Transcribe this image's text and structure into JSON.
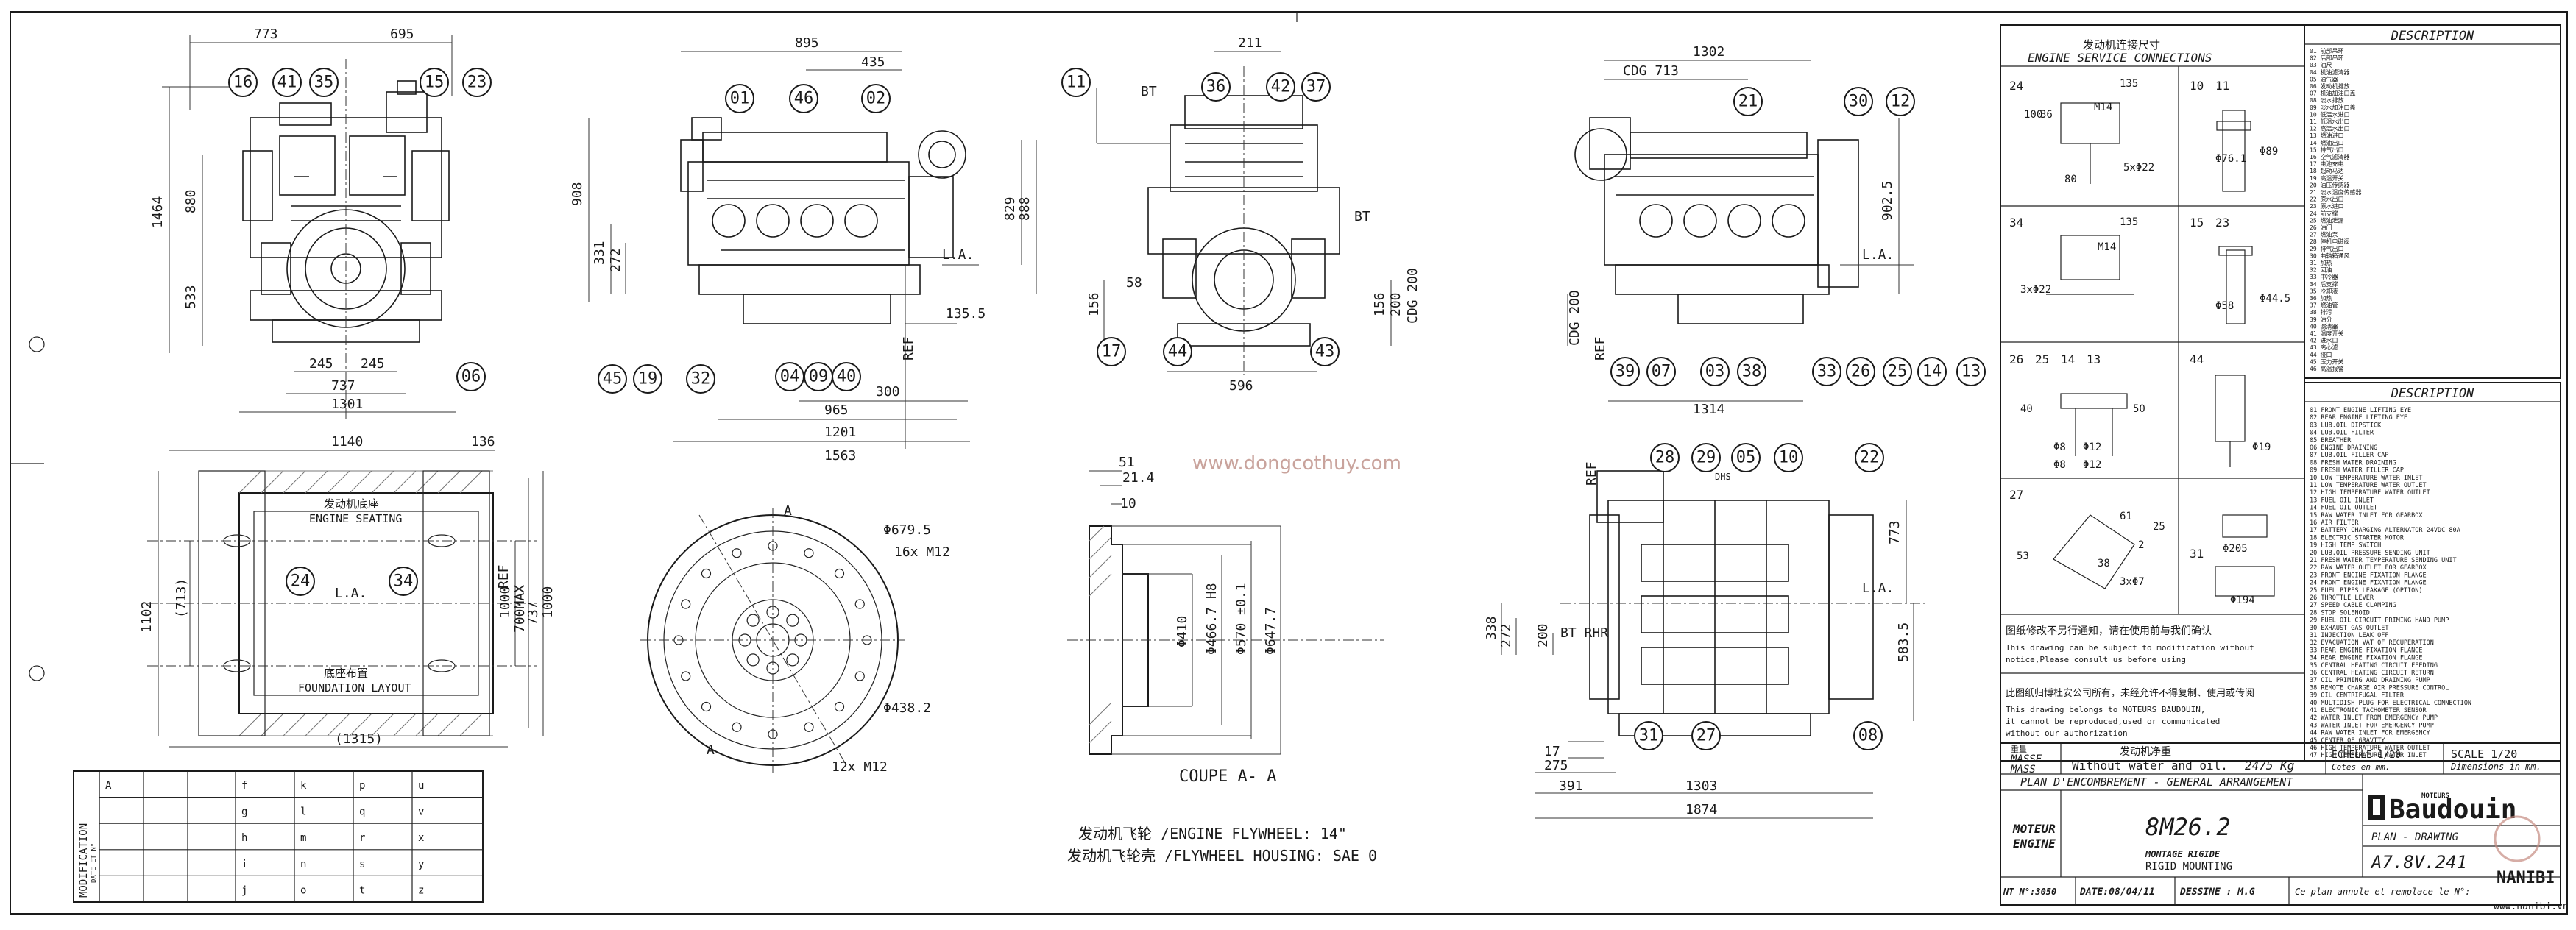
{
  "sheet": {
    "watermark": "www.dongcothuy.com",
    "corner_mark": "NANIBI",
    "corner_url": "www.nanibi.vn"
  },
  "views": {
    "front_dims": [
      "773",
      "695",
      "1464",
      "880",
      "533",
      "245",
      "245",
      "737",
      "1301"
    ],
    "front_bubbles": [
      "16",
      "41",
      "35",
      "15",
      "23",
      "06"
    ],
    "side_left_dims": [
      "895",
      "435",
      "908",
      "331",
      "272",
      "829",
      "888",
      "L.A.",
      "135.5",
      "REF",
      "300",
      "965",
      "1201",
      "1563"
    ],
    "side_left_bubbles": [
      "01",
      "46",
      "02",
      "45",
      "19",
      "32",
      "04",
      "09",
      "40"
    ],
    "rear_dims": [
      "211",
      "BT",
      "BT",
      "156",
      "58",
      "596",
      "156",
      "200",
      "CDG 200"
    ],
    "rear_bubbles": [
      "11",
      "36",
      "42",
      "37",
      "17",
      "44",
      "43"
    ],
    "side_right_dims": [
      "1302",
      "CDG 713",
      "902.5",
      "L.A.",
      "CDG 200",
      "REF",
      "1314"
    ],
    "side_right_bubbles": [
      "21",
      "30",
      "12",
      "39",
      "07",
      "03",
      "38",
      "33",
      "26",
      "25",
      "14",
      "13"
    ],
    "seating_dims": [
      "1140",
      "136",
      "(1315)",
      "1102",
      "(713)",
      "1000",
      "700MAX",
      "737",
      "1000",
      "L.A.",
      "REF"
    ],
    "seating_bubbles": [
      "24",
      "34"
    ],
    "seating_text": [
      "发动机底座",
      "ENGINE SEATING",
      "底座布置",
      "FOUNDATION LAYOUT"
    ],
    "flywheel_front_dims": [
      "A",
      "A",
      "Φ679.5",
      "16x M12",
      "Φ438.2",
      "12x M12"
    ],
    "flywheel_section_dims": [
      "51",
      "21.4",
      "10",
      "Φ410",
      "Φ466.7 H8",
      "Φ570 ±0.1",
      "Φ647.7",
      "COUPE A- A"
    ],
    "flywheel_notes": [
      "发动机飞轮 /ENGINE FLYWHEEL: 14\"",
      "发动机飞轮壳 /FLYWHEEL HOUSING: SAE 0"
    ],
    "top_dims": [
      "338",
      "272",
      "200",
      "BT RHR",
      "773",
      "L.A.",
      "583.5",
      "REF",
      "17",
      "275",
      "391",
      "1303",
      "1874",
      "DHS"
    ],
    "top_bubbles": [
      "28",
      "29",
      "05",
      "10",
      "22",
      "31",
      "27",
      "08"
    ]
  },
  "connections": {
    "title_cn": "发动机连接尺寸",
    "title_en": "ENGINE SERVICE CONNECTIONS",
    "b24": [
      "24",
      "135",
      "100",
      "36",
      "M14",
      "80",
      "5xΦ22"
    ],
    "b1011": [
      "10",
      "11",
      "Φ76.1",
      "Φ89"
    ],
    "b34": [
      "34",
      "135",
      "M14",
      "3xΦ22"
    ],
    "b1523": [
      "15",
      "23",
      "Φ58",
      "Φ44.5"
    ],
    "b26": [
      "26",
      "25",
      "14",
      "13",
      "40",
      "50",
      "Φ8",
      "Φ12",
      "Φ8",
      "Φ12"
    ],
    "b44": [
      "44",
      "Φ19"
    ],
    "b27": [
      "27",
      "53",
      "61",
      "25",
      "38",
      "3xΦ7",
      "2"
    ],
    "b31": [
      "31",
      "Φ205",
      "Φ194"
    ],
    "notice_cn": "图纸修改不另行通知，请在使用前与我们确认",
    "notice_en1": "This drawing can be subject to modification without",
    "notice_en2": "notice,Please consult us before using",
    "owner_cn": "此图纸归博杜安公司所有，未经允许不得复制、使用或传阅",
    "owner_en1": "This drawing belongs to MOTEURS BAUDOUIN,",
    "owner_en2": "it cannot be reproduced,used or communicated",
    "owner_en3": "without our  authorization"
  },
  "description_top": {
    "title": "DESCRIPTION",
    "rows": [
      "01 前部吊环",
      "02 后部吊环",
      "03 油尺",
      "04 机油滤清器",
      "05 通气器",
      "06 发动机排放",
      "07 机油加注口盖",
      "08 淡水排放",
      "09 淡水加注口盖",
      "10 低温水进口",
      "11 低温水出口",
      "12 高温水出口",
      "13 燃油进口",
      "14 燃油出口",
      "15 排气出口",
      "16 空气滤清器",
      "17 电池充电",
      "18 起动马达",
      "19 高温开关",
      "20 油压传感器",
      "21 淡水温度传感器",
      "22 原水出口",
      "23 原水进口",
      "24 前支撑",
      "25 燃油泄漏",
      "26 油门",
      "27 燃油泵",
      "28 停机电磁阀",
      "29 排气出口",
      "30 曲轴箱通风",
      "31 加热",
      "32 回油",
      "33 中冷器",
      "34 后支撑",
      "35 冷却液",
      "36 加热",
      "37 燃油管",
      "38 排污",
      "39 油分",
      "40 滤清器",
      "41 温度开关",
      "42 进水口",
      "43 离心滤",
      "44 接口",
      "45 压力开关",
      "46 高温报警"
    ]
  },
  "description_bottom": {
    "title": "DESCRIPTION",
    "rows": [
      "01 FRONT ENGINE LIFTING EYE",
      "02 REAR ENGINE LIFTING EYE",
      "03 LUB.OIL DIPSTICK",
      "04 LUB.OIL FILTER",
      "05 BREATHER",
      "06 ENGINE DRAINING",
      "07 LUB.OIL FILLER CAP",
      "08 FRESH WATER DRAINING",
      "09 FRESH WATER FILLER CAP",
      "10 LOW TEMPERATURE WATER INLET",
      "11 LOW TEMPERATURE WATER OUTLET",
      "12 HIGH TEMPERATURE WATER OUTLET",
      "13 FUEL OIL INLET",
      "14 FUEL OIL OUTLET",
      "15 RAW WATER INLET FOR GEARBOX",
      "16 AIR FILTER",
      "17 BATTERY CHARGING ALTERNATOR 24VDC 80A",
      "18 ELECTRIC STARTER MOTOR",
      "19 HIGH TEMP SWITCH",
      "20 LUB.OIL PRESSURE SENDING UNIT",
      "21 FRESH WATER TEMPERATURE SENDING UNIT",
      "22 RAW WATER OUTLET FOR GEARBOX",
      "23 FRONT ENGINE FIXATION FLANGE",
      "24 FRONT ENGINE FIXATION FLANGE",
      "25 FUEL PIPES LEAKAGE (OPTION)",
      "26 THROTTLE LEVER",
      "27 SPEED CABLE CLAMPING",
      "28 STOP SOLENOID",
      "29 FUEL OIL CIRCUIT PRIMING HAND PUMP",
      "30 EXHAUST GAS OUTLET",
      "31 INJECTION LEAK OFF",
      "32 EVACUATION VAT OF RECUPERATION",
      "33 REAR ENGINE FIXATION FLANGE",
      "34 REAR ENGINE FIXATION FLANGE",
      "35 CENTRAL HEATING CIRCUIT FEEDING",
      "36 CENTRAL HEATING CIRCUIT RETURN",
      "37 OIL PRIMING AND DRAINING PUMP",
      "38 REMOTE CHARGE AIR PRESSURE CONTROL",
      "39 OIL CENTRIFUGAL FILTER",
      "40 MULTIDISH PLUG FOR ELECTRICAL CONNECTION",
      "41 ELECTRONIC TACHOMETER SENSOR",
      "42 WATER INLET FROM EMERGENCY PUMP",
      "43 WATER INLET FOR EMERGENCY PUMP",
      "44 RAW WATER INLET FOR EMERGENCY",
      "45 CENTER OF GRAVITY",
      "46 HIGH TEMPERATURE WATER OUTLET",
      "47 HIGH TEMPERATURE WATER INLET"
    ]
  },
  "title_block": {
    "mass_label_cn": "重量",
    "mass_label": "MASSE",
    "mass_label2": "MASS",
    "mass_cn": "发动机净重",
    "mass_desc": "Without water and oil.",
    "mass_value": "2475 Kg",
    "scale_fr": "ECHELLE 1/20",
    "scale_fr2": "Cotes en mm.",
    "scale_en": "SCALE 1/20",
    "scale_en2": "Dimensions in mm.",
    "plan_fr": "PLAN D'ENCOMBREMENT - GENERAL ARRANGEMENT",
    "moteur_label": "MOTEUR",
    "engine_label": "ENGINE",
    "engine_model": "8M26.2",
    "mounting_fr": "MONTAGE RIGIDE",
    "mounting_en": "RIGID MOUNTING",
    "brand_small": "MOTEURS",
    "brand": "Baudouin",
    "plan_drawing": "PLAN - DRAWING",
    "drawing_no": "A7.8V.241",
    "nt_label": "NT N°:3050",
    "date_label": "DATE:08/04/11",
    "dessine_label": "DESSINE : M.G",
    "replace_label": "Ce plan annule et remplace le N°:"
  },
  "revision": {
    "side_label": "MODIFICATION",
    "side_label2": "DATE ET N°",
    "letters": [
      [
        "A",
        "",
        "",
        "f",
        "k",
        "p",
        "u"
      ],
      [
        "",
        "",
        "",
        "g",
        "l",
        "q",
        "v"
      ],
      [
        "",
        "",
        "",
        "h",
        "m",
        "r",
        "x"
      ],
      [
        "",
        "",
        "",
        "i",
        "n",
        "s",
        "y"
      ],
      [
        "",
        "",
        "",
        "j",
        "o",
        "t",
        "z"
      ]
    ]
  }
}
